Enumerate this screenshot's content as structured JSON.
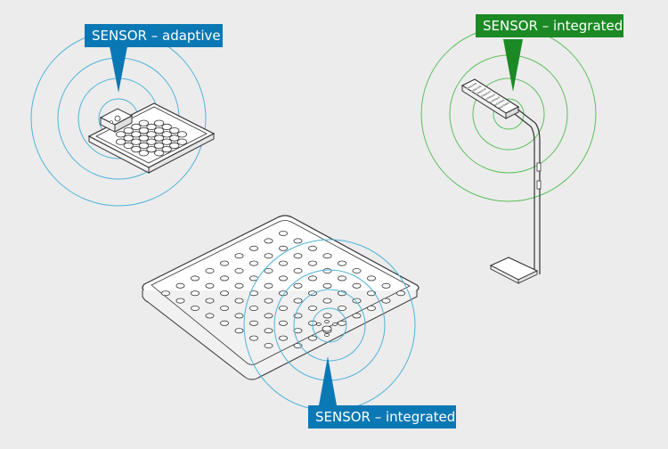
{
  "labels": {
    "adaptive": "SENSOR – adaptive",
    "integrated_top": "SENSOR – integrated",
    "integrated_bottom": "SENSOR – integrated"
  },
  "colors": {
    "background": "#ececec",
    "blue": "#0a78b4",
    "green": "#1b8a25",
    "blue_wave": "#4fb3d9",
    "green_wave": "#5cbf5c",
    "line": "#333333",
    "panel_fill": "#ffffff"
  },
  "icons": {
    "wave": "concentric-signal-rings",
    "shower": "shower-head-line-drawing"
  }
}
